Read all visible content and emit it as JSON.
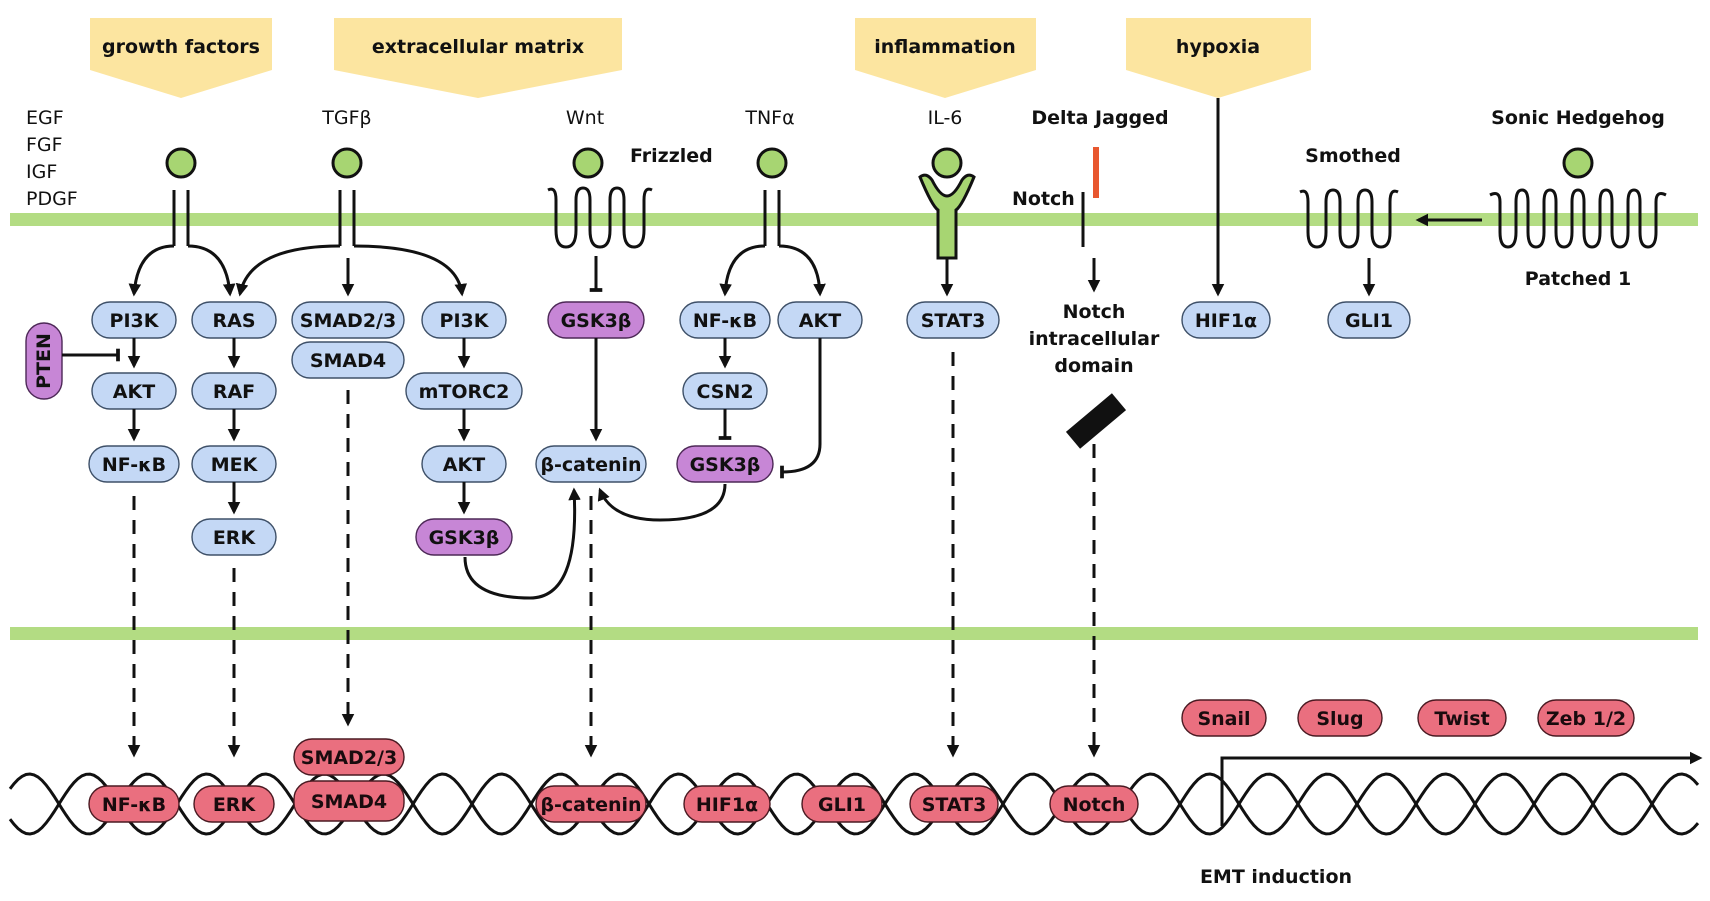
{
  "stimuli": {
    "growth_factors": "growth factors",
    "extracellular_matrix": "extracellular matrix",
    "inflammation": "inflammation",
    "hypoxia": "hypoxia"
  },
  "ligands": {
    "growth_list": [
      "EGF",
      "FGF",
      "IGF",
      "PDGF"
    ],
    "tgfb": "TGFβ",
    "wnt": "Wnt",
    "tnfa": "TNFα",
    "il6": "IL-6",
    "delta_jagged": "Delta Jagged",
    "sonic_hedgehog": "Sonic Hedgehog"
  },
  "receptors": {
    "frizzled": "Frizzled",
    "notch": "Notch",
    "smothed": "Smothed",
    "patched": "Patched 1"
  },
  "cytoplasm": {
    "pi3k_a": "PI3K",
    "akt_a": "AKT",
    "nfkb_a": "NF-κB",
    "pten": "PTEN",
    "ras": "RAS",
    "raf": "RAF",
    "mek": "MEK",
    "erk": "ERK",
    "smad23": "SMAD2/3",
    "smad4": "SMAD4",
    "pi3k_b": "PI3K",
    "mtorc2": "mTORC2",
    "akt_b": "AKT",
    "gsk3b_b": "GSK3β",
    "gsk3b_w": "GSK3β",
    "bcatenin": "β-catenin",
    "nfkb_t": "NF-κB",
    "akt_t": "AKT",
    "csn2": "CSN2",
    "gsk3b_t": "GSK3β",
    "stat3": "STAT3",
    "nicd_1": "Notch",
    "nicd_2": "intracellular",
    "nicd_3": "domain",
    "hif1a": "HIF1α",
    "gli1": "GLI1"
  },
  "nucleus": {
    "nfkb": "NF-κB",
    "erk": "ERK",
    "smad23": "SMAD2/3",
    "smad4": "SMAD4",
    "bcatenin": "β-catenin",
    "hif1a": "HIF1α",
    "gli1": "GLI1",
    "stat3": "STAT3",
    "notch": "Notch"
  },
  "transcription_factors": [
    "Snail",
    "Slug",
    "Twist",
    "Zeb 1/2"
  ],
  "output": {
    "emt": "EMT induction"
  },
  "colors": {
    "membrane": "#b3dc83",
    "stimulus": "#fce5a0",
    "node_blue": "#c4d8f5",
    "node_purple": "#c786d6",
    "node_red": "#ea6f7f",
    "inhibitor_bar": "#e8572f"
  }
}
